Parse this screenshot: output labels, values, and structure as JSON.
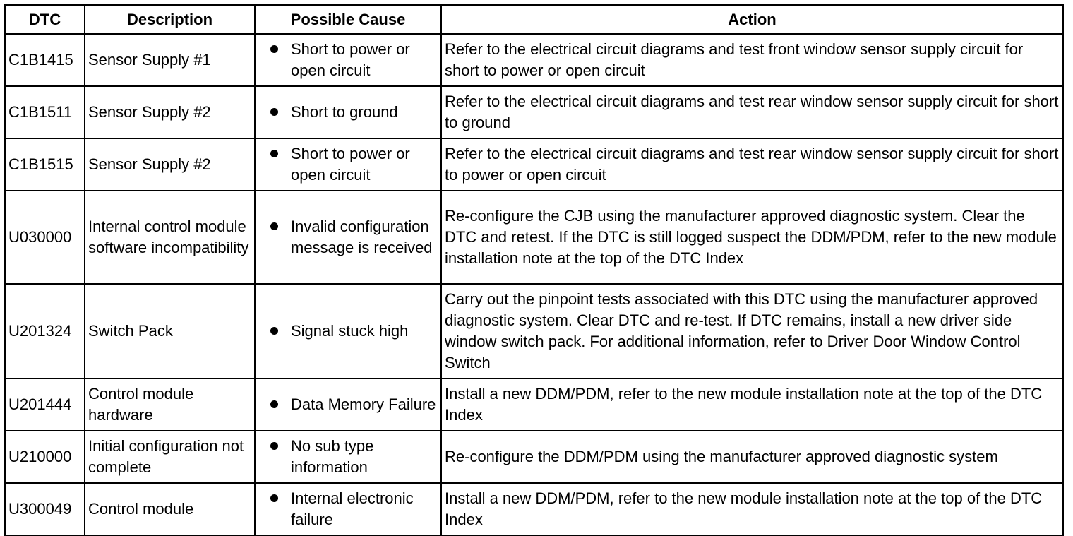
{
  "headers": {
    "dtc": "DTC",
    "description": "Description",
    "possible_cause": "Possible Cause",
    "action": "Action"
  },
  "rows": [
    {
      "dtc": "C1B1415",
      "description": "Sensor Supply #1",
      "cause": "Short to power or open circuit",
      "action": "Refer to the electrical circuit diagrams and test front window sensor supply circuit for short to power or open circuit"
    },
    {
      "dtc": "C1B1511",
      "description": "Sensor Supply #2",
      "cause": "Short to ground",
      "action": "Refer to the electrical circuit diagrams and test rear window sensor supply circuit for short to ground"
    },
    {
      "dtc": "C1B1515",
      "description": "Sensor Supply #2",
      "cause": "Short to power or open circuit",
      "action": "Refer to the electrical circuit diagrams and test rear window sensor supply circuit for short to power or open circuit"
    },
    {
      "dtc": "U030000",
      "description": "Internal control module software incompatibility",
      "cause": "Invalid configuration message is received",
      "action": "Re-configure the CJB using the manufacturer approved diagnostic system. Clear the DTC and retest. If the DTC is still logged suspect the DDM/PDM, refer to the new module installation note at the top of the DTC Index"
    },
    {
      "dtc": "U201324",
      "description": "Switch Pack",
      "cause": "Signal stuck high",
      "action": "Carry out the pinpoint tests associated with this DTC using the manufacturer approved diagnostic system. Clear DTC and re-test. If DTC remains, install a new driver side window switch pack. For additional information, refer to Driver Door Window Control Switch"
    },
    {
      "dtc": "U201444",
      "description": "Control module hardware",
      "cause": "Data Memory Failure",
      "action": "Install a new DDM/PDM, refer to the new module installation note at the top of the DTC Index"
    },
    {
      "dtc": "U210000",
      "description": "Initial configuration not complete",
      "cause": "No sub type information",
      "action": "Re-configure the DDM/PDM using the manufacturer approved diagnostic system"
    },
    {
      "dtc": "U300049",
      "description": "Control module",
      "cause": "Internal electronic failure",
      "action": "Install a new DDM/PDM, refer to the new module installation note at the top of the DTC Index"
    }
  ]
}
